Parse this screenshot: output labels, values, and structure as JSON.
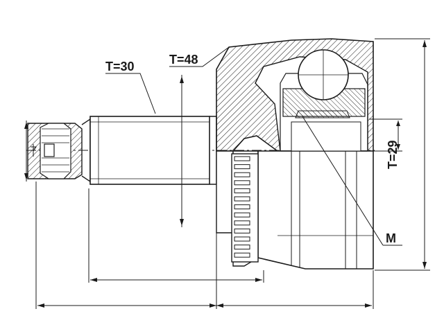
{
  "labels": {
    "spline_outer": "T=30",
    "abs_ring": "T=48",
    "spline_inner": "T=29",
    "thread": "M"
  },
  "colors": {
    "line": "#1a1a1a",
    "background": "#ffffff"
  }
}
